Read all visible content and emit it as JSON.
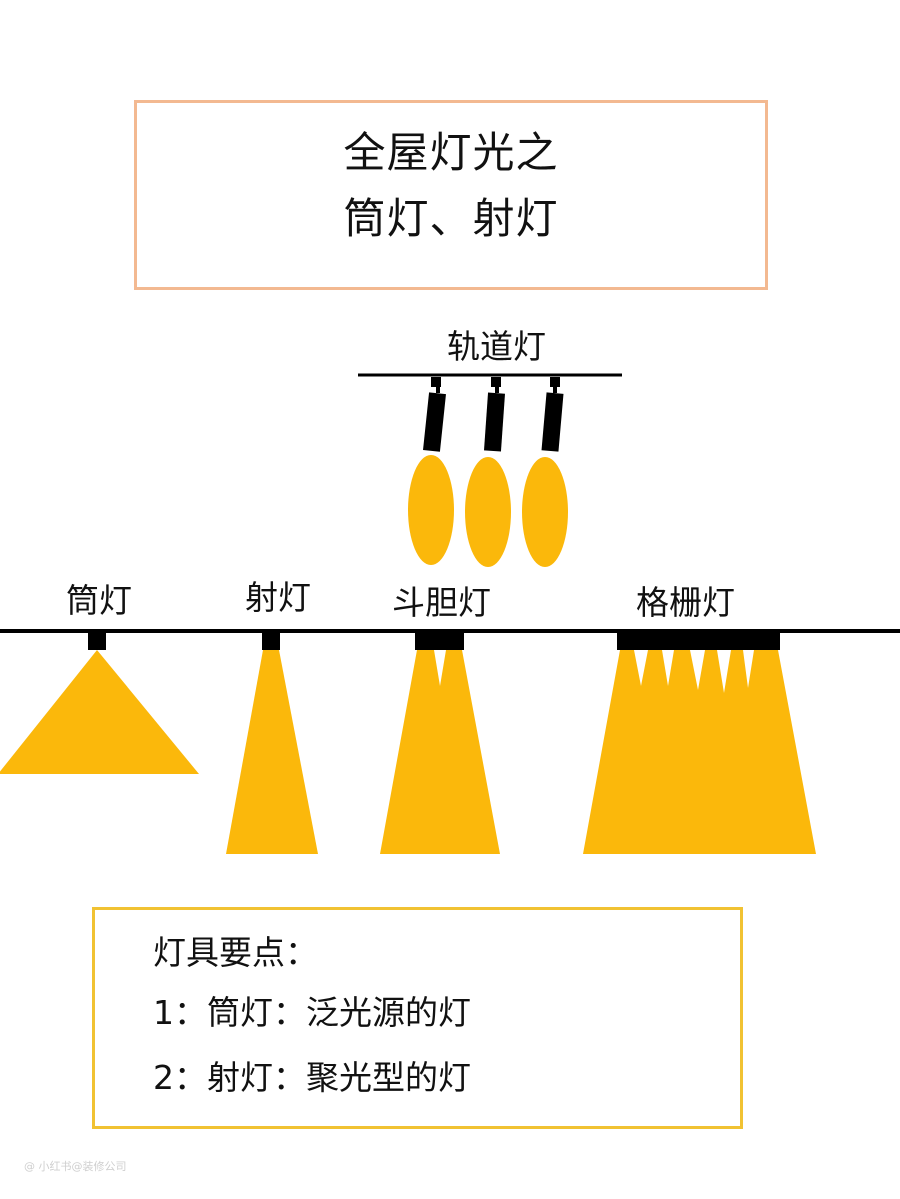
{
  "title": {
    "line1": "全屋灯光之",
    "line2": "筒灯、射灯"
  },
  "fixtures": {
    "track": "轨道灯",
    "downlight": "筒灯",
    "spotlight": "射灯",
    "grille_single": "斗胆灯",
    "grille": "格栅灯"
  },
  "notes": {
    "heading": "灯具要点：",
    "items": [
      "1：筒灯：泛光源的灯",
      "2：射灯：聚光型的灯"
    ]
  },
  "watermark": "@ 小红书@装修公司",
  "colors": {
    "light": "#fbb80b",
    "fixture": "#000000",
    "title_border": "#f3b991",
    "notes_border": "#f1c232"
  }
}
